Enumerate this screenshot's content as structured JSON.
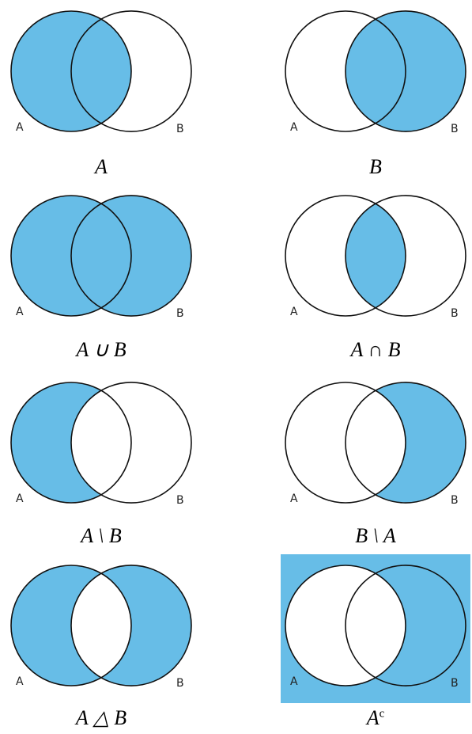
{
  "colors": {
    "fill": "#67bde7",
    "stroke": "#111111"
  },
  "set_labels": {
    "a": "A",
    "b": "B"
  },
  "panels": [
    {
      "op": "A",
      "caption": "A",
      "region": "a"
    },
    {
      "op": "B",
      "caption": "B",
      "region": "b"
    },
    {
      "op": "union",
      "caption": "A ∪ B",
      "region": "union"
    },
    {
      "op": "intersection",
      "caption": "A ∩ B",
      "region": "intersection"
    },
    {
      "op": "a-minus-b",
      "caption": "A \\ B",
      "region": "a-minus-b"
    },
    {
      "op": "b-minus-a",
      "caption": "B \\ A",
      "region": "b-minus-a"
    },
    {
      "op": "symmetric-difference",
      "caption": "A △ B",
      "region": "symdiff"
    },
    {
      "op": "complement",
      "caption": "A",
      "caption_sup": "c",
      "region": "complement"
    }
  ]
}
